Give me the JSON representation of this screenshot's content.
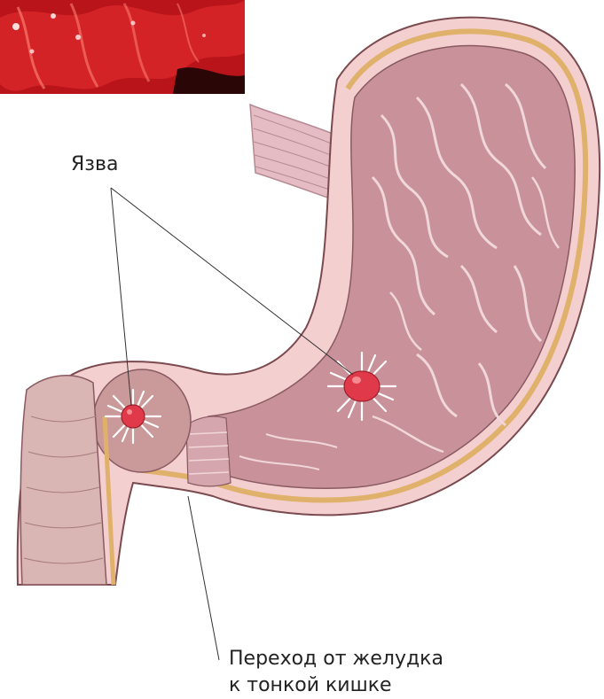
{
  "labels": {
    "ulcer": "Язва",
    "transition_line1": "Переход от желудка",
    "transition_line2": "к тонкой кишке"
  },
  "colors": {
    "background": "#ffffff",
    "label_text": "#222222",
    "leader_line": "#333333",
    "serosa": "#e9c88a",
    "outer_pink": "#f3cfd0",
    "mucosa": "#c9929a",
    "fold": "#f0d7da",
    "duodenum": "#c99a99",
    "ulcer_core": "#e0394a",
    "ulcer_ray": "#ffffff",
    "photo_red": "#c81a1a",
    "photo_dark": "#2a0606"
  }
}
